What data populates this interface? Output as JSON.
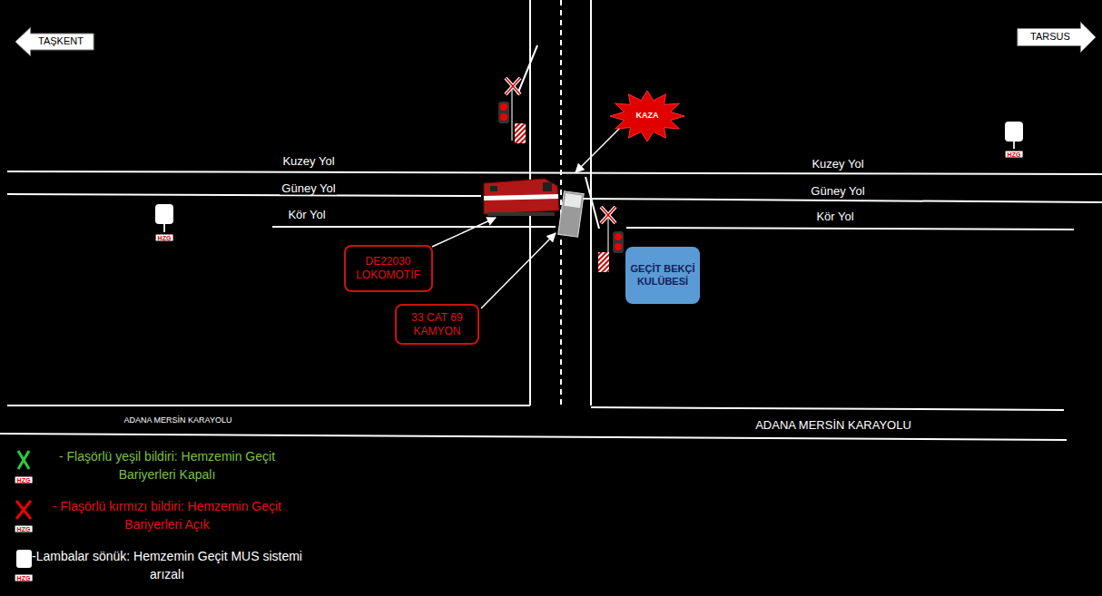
{
  "diagram": {
    "nodes": [
      {
        "text": [
          "TAŞKENT"
        ]
      },
      {
        "text": [
          "TARSUS"
        ]
      },
      {
        "text": [
          "KAZA"
        ]
      },
      {
        "text": [
          "DE22030 LOKOMOTİF"
        ]
      },
      {
        "text": [
          "GEÇİT BEKÇİ KULÜBESİ"
        ]
      },
      {
        "text": [
          "33 CAT 69 KAMYON"
        ]
      }
    ],
    "labels": [
      "Kuzey Yol",
      "Kuzey Yol",
      "HZG",
      "Güney Yol",
      "Güney Yol",
      "Kör Yol",
      "Kör Yol",
      "HZG",
      "ADANA MERSİN KARAYOLU",
      "ADANA MERSİN KARAYOLU",
      "HZG",
      "HZG",
      "HZG"
    ],
    "legend": [
      {
        "text": "- Flaşörlü yeşil bildiri: Hemzemin Geçit Bariyerleri Kapalı"
      },
      {
        "text": "- Flaşörlü kırmızı bildiri: Hemzemin Geçit Bariyerleri Açık"
      },
      {
        "text": "-Lambalar sönük: Hemzemin Geçit MUS sistemi arızalı"
      }
    ]
  }
}
